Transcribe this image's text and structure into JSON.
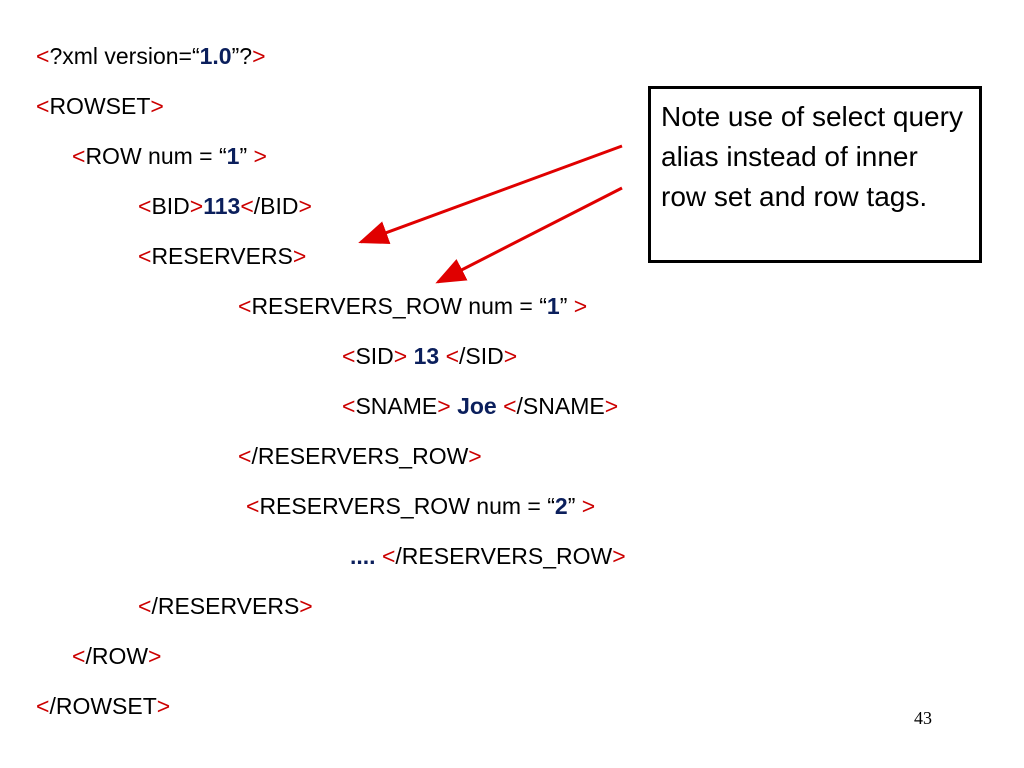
{
  "colors": {
    "bracket": "#cc0000",
    "value": "#0b1f5c",
    "text": "#000000",
    "arrow": "#e00000"
  },
  "xml": {
    "decl": {
      "lt": "<",
      "head": "?xml version=“",
      "version": "1.0",
      "tail": "”?",
      "gt": ">"
    },
    "rowset_open": {
      "lt": "<",
      "tag": "ROWSET",
      "gt": ">"
    },
    "row_open": {
      "lt": "<",
      "head": "ROW num = “",
      "num": "1",
      "tail": "” ",
      "gt": ">"
    },
    "bid": {
      "lt1": "<",
      "tag1": "BID",
      "gt1": ">",
      "value": "113",
      "lt2": "<",
      "tag2": "/BID",
      "gt2": ">"
    },
    "reservers_open": {
      "lt": "<",
      "tag": "RESERVERS",
      "gt": ">"
    },
    "rrow1_open": {
      "lt": "<",
      "head": "RESERVERS_ROW num = “",
      "num": "1",
      "tail": "” ",
      "gt": ">"
    },
    "sid": {
      "lt1": "<",
      "tag1": "SID",
      "gt1": ">",
      "value": "13",
      "lt2": "<",
      "tag2": "/SID",
      "gt2": ">"
    },
    "sname": {
      "lt1": "<",
      "tag1": "SNAME",
      "gt1": ">",
      "value": "Joe",
      "lt2": "<",
      "tag2": "/SNAME",
      "gt2": ">"
    },
    "rrow1_close": {
      "lt": "<",
      "tag": "/RESERVERS_ROW",
      "gt": ">"
    },
    "rrow2_open": {
      "lt": "<",
      "head": "RESERVERS_ROW num = “",
      "num": "2",
      "tail": "” ",
      "gt": ">"
    },
    "rrow2_body": {
      "dots": "....",
      "lt": "<",
      "tag": "/RESERVERS_ROW",
      "gt": ">"
    },
    "reservers_close": {
      "lt": "<",
      "tag": "/RESERVERS",
      "gt": ">"
    },
    "row_close": {
      "lt": "<",
      "tag": "/ROW",
      "gt": ">"
    },
    "rowset_close": {
      "lt": "<",
      "tag": "/ROWSET",
      "gt": ">"
    }
  },
  "note": {
    "text": "Note use of select query alias instead of inner row set and row tags."
  },
  "page_number": "43"
}
